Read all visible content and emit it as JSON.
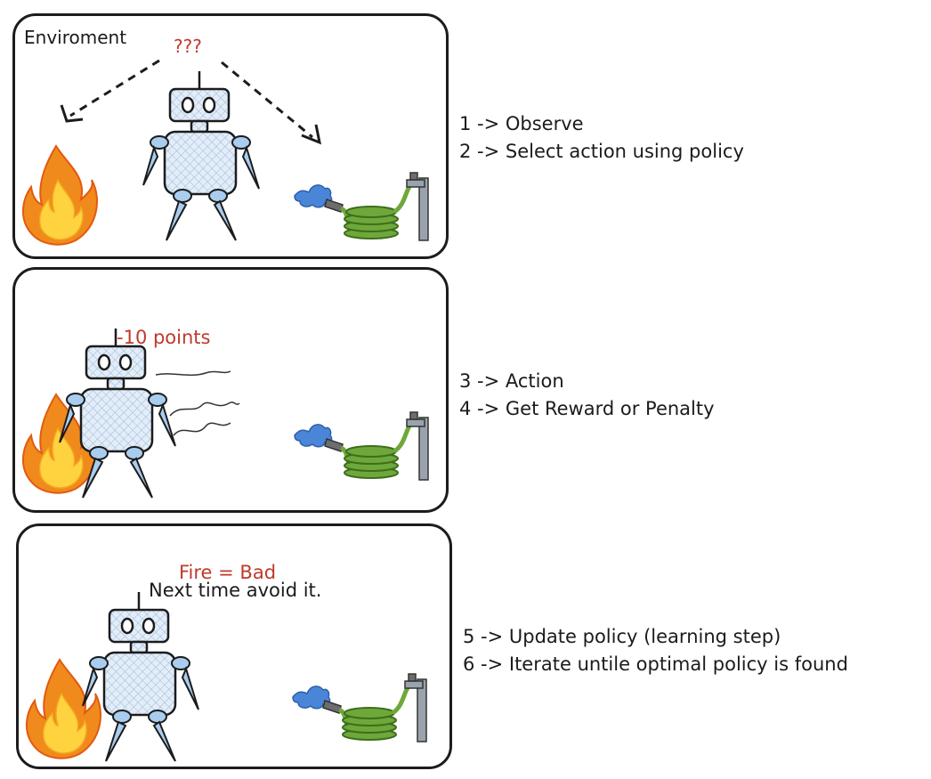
{
  "panels": [
    {
      "title": "Enviroment",
      "question_mark": "???",
      "steps": [
        "1 -> Observe",
        "2 -> Select action using policy"
      ]
    },
    {
      "reward_label": "-10 points",
      "steps": [
        "3 -> Action",
        "4 -> Get Reward or Penalty"
      ]
    },
    {
      "lesson_title": "Fire = Bad",
      "lesson_text": "Next time avoid it.",
      "steps": [
        "5 -> Update policy (learning step)",
        "6 -> Iterate untile optimal policy is found"
      ]
    }
  ],
  "colors": {
    "robot_fill": "#dce8f5",
    "robot_limb": "#a9cdee",
    "outline": "#1c1c1c",
    "fire_outer": "#f08a1c",
    "fire_inner": "#ffd23f",
    "hose": "#6fa83a",
    "water": "#4a86d8",
    "red_text": "#c0392b"
  },
  "icons": [
    "robot-icon",
    "fire-icon",
    "water-hose-icon",
    "arrow-icon",
    "motion-lines-icon"
  ]
}
